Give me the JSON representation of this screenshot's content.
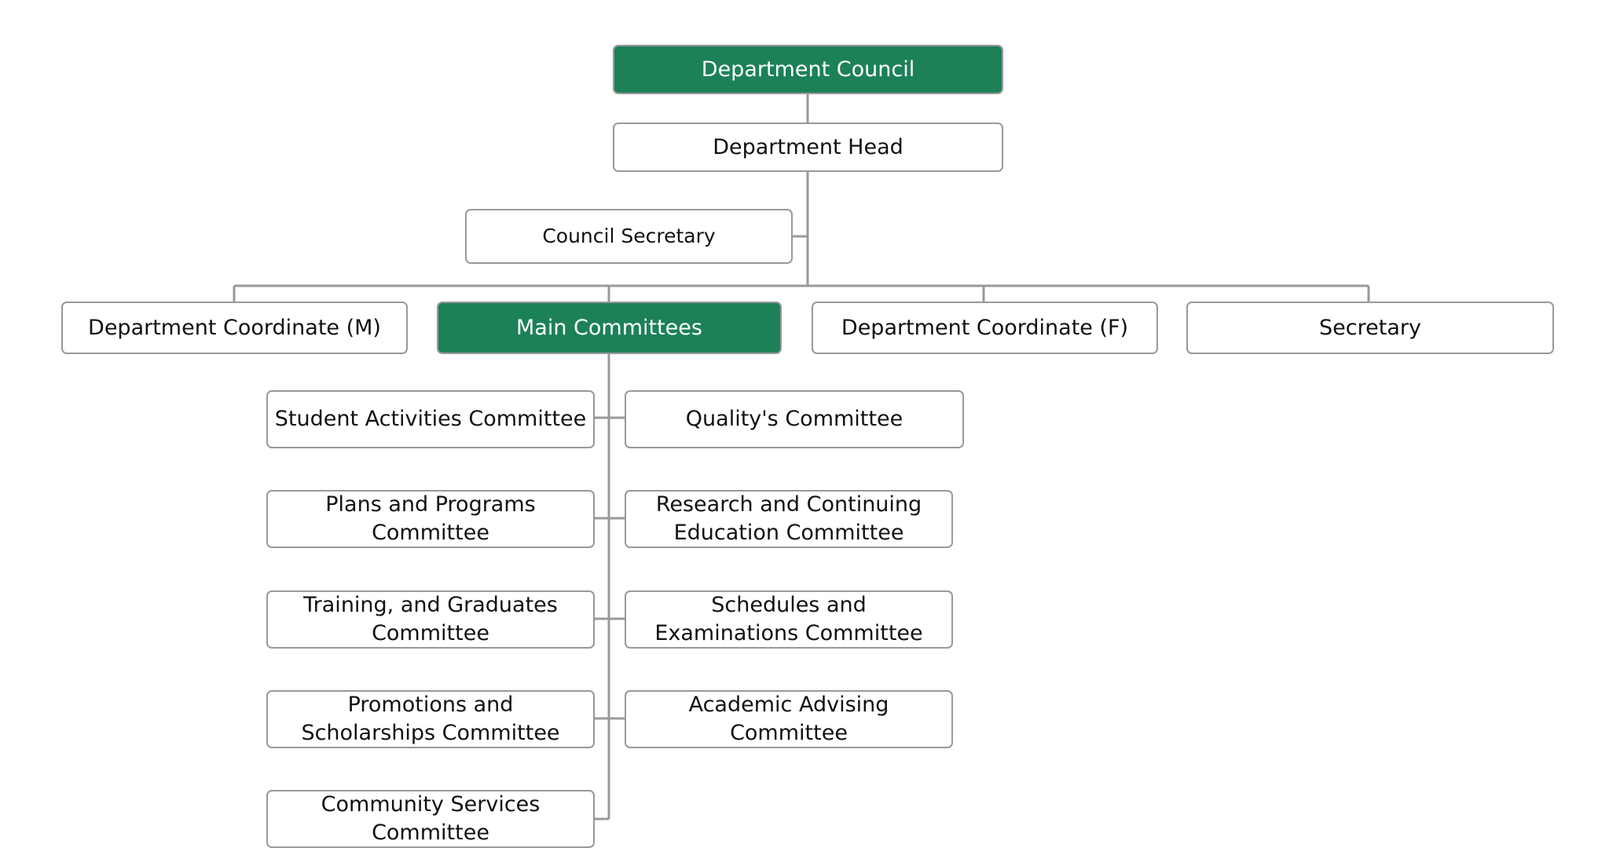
{
  "colors": {
    "highlight_fill": "#1c8157",
    "node_border": "#999999",
    "connector": "#999999",
    "text": "#111111"
  },
  "nodes": {
    "department_council": "Department Council",
    "department_head": "Department Head",
    "council_secretary": "Council Secretary",
    "coordinate_m": "Department Coordinate (M)",
    "main_committees": "Main Committees",
    "coordinate_f": "Department Coordinate (F)",
    "secretary": "Secretary"
  },
  "committees": {
    "student_activities": "Student Activities Committee",
    "quality": "Quality's Committee",
    "plans_programs": "Plans and Programs Committee",
    "research_continuing": "Research and Continuing Education Committee",
    "training_graduates": "Training, and Graduates Committee",
    "schedules_examinations": "Schedules and Examinations Committee",
    "promotions_scholarships": "Promotions and Scholarships Committee",
    "academic_advising": "Academic Advising Committee",
    "community_services": "Community Services Committee"
  }
}
